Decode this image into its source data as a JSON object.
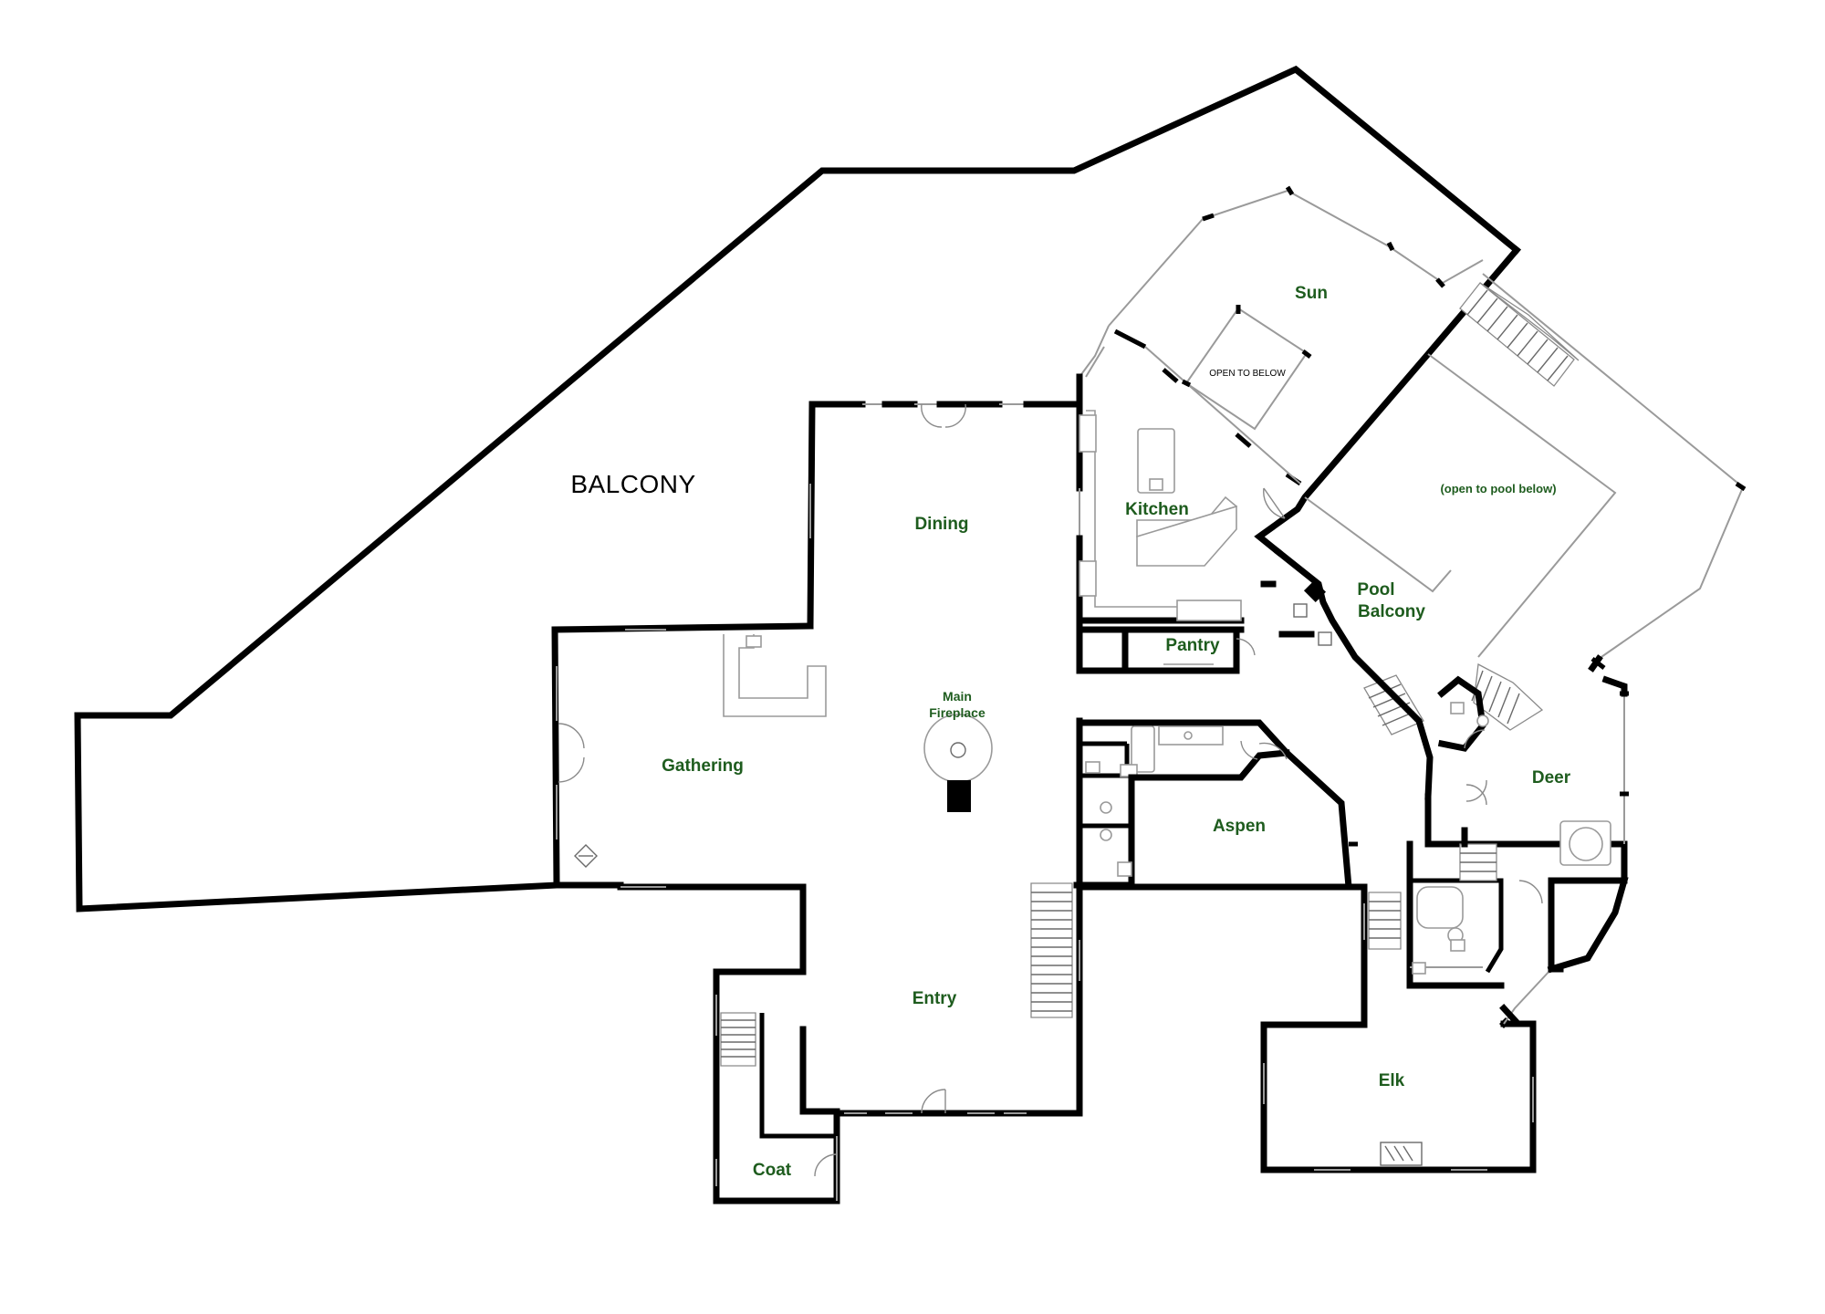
{
  "labels": {
    "balcony": "BALCONY",
    "sun": "Sun",
    "open_to_below": "OPEN TO BELOW",
    "open_to_pool_below": "(open to pool below)",
    "kitchen": "Kitchen",
    "dining": "Dining",
    "pool_balcony_1": "Pool",
    "pool_balcony_2": "Balcony",
    "pantry": "Pantry",
    "main_fireplace_1": "Main",
    "main_fireplace_2": "Fireplace",
    "gathering": "Gathering",
    "aspen": "Aspen",
    "deer": "Deer",
    "entry": "Entry",
    "elk": "Elk",
    "coat": "Coat"
  },
  "colors": {
    "wall": "#000000",
    "room_label": "#1e5c1e",
    "fixture": "#9a9a9a",
    "background": "#ffffff"
  }
}
